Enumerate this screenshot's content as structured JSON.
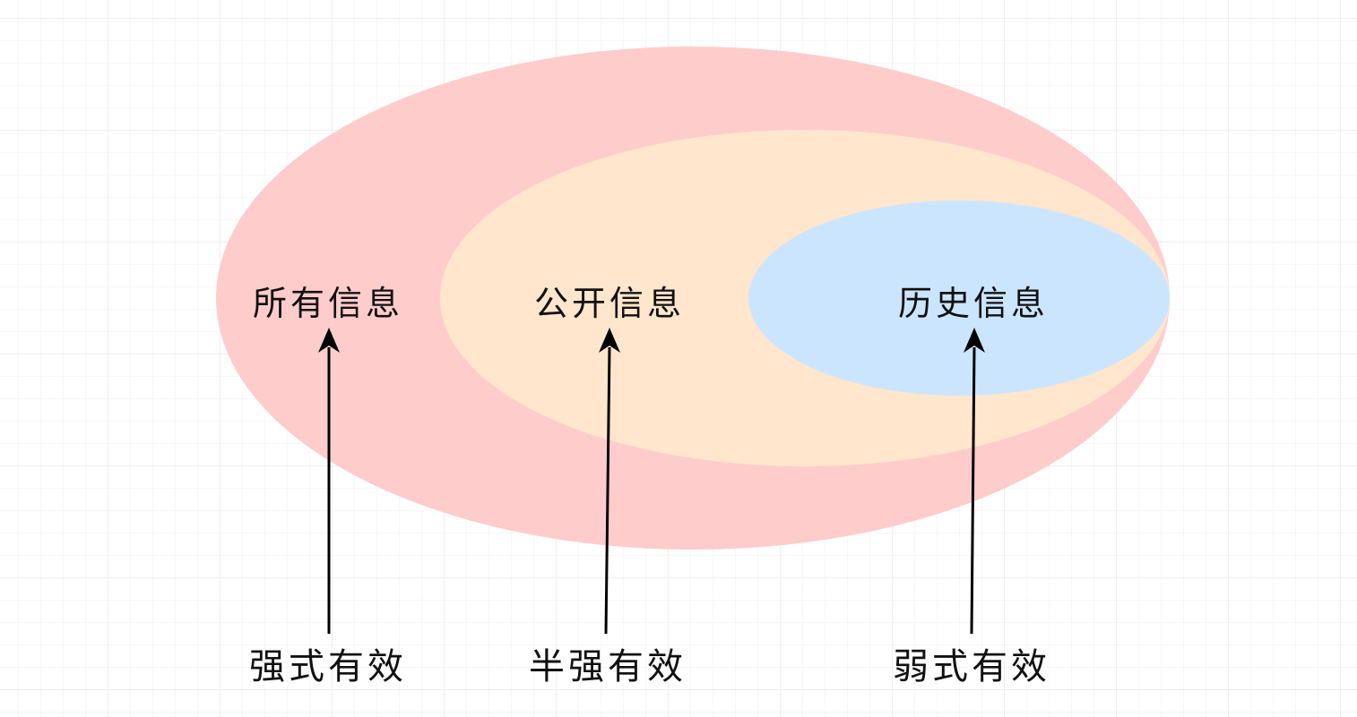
{
  "colors": {
    "outer": "#FFCCCC",
    "middle": "#FFE6CC",
    "inner": "#CCE5FF",
    "arrow": "#000000"
  },
  "regions": {
    "all_info": "所有信息",
    "public_info": "公开信息",
    "historical_info": "历史信息"
  },
  "efficiency": {
    "strong": "强式有效",
    "semi_strong": "半强有效",
    "weak": "弱式有效"
  }
}
